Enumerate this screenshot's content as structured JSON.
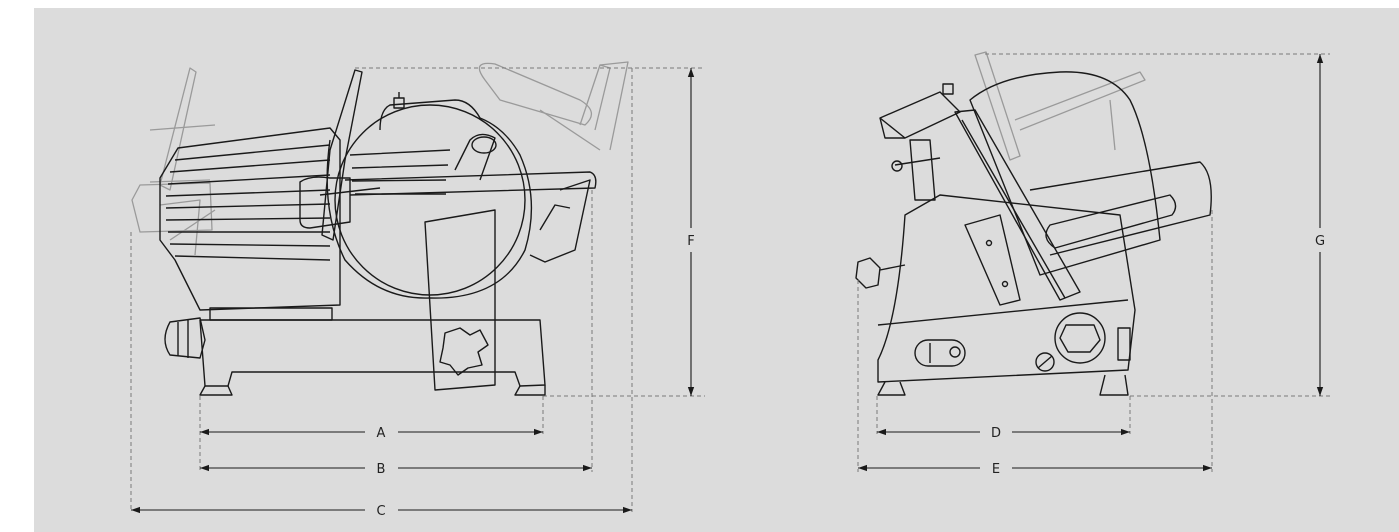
{
  "diagram": {
    "colors": {
      "background": "#dcdcdc",
      "frame": "#ffffff",
      "line": "#1a1a1a",
      "ghost": "#9a9a9a",
      "dash": "#7a7a7a"
    },
    "dimension_labels": {
      "a": "A",
      "b": "B",
      "c": "C",
      "d": "D",
      "e": "E",
      "f": "F",
      "g": "G"
    }
  }
}
